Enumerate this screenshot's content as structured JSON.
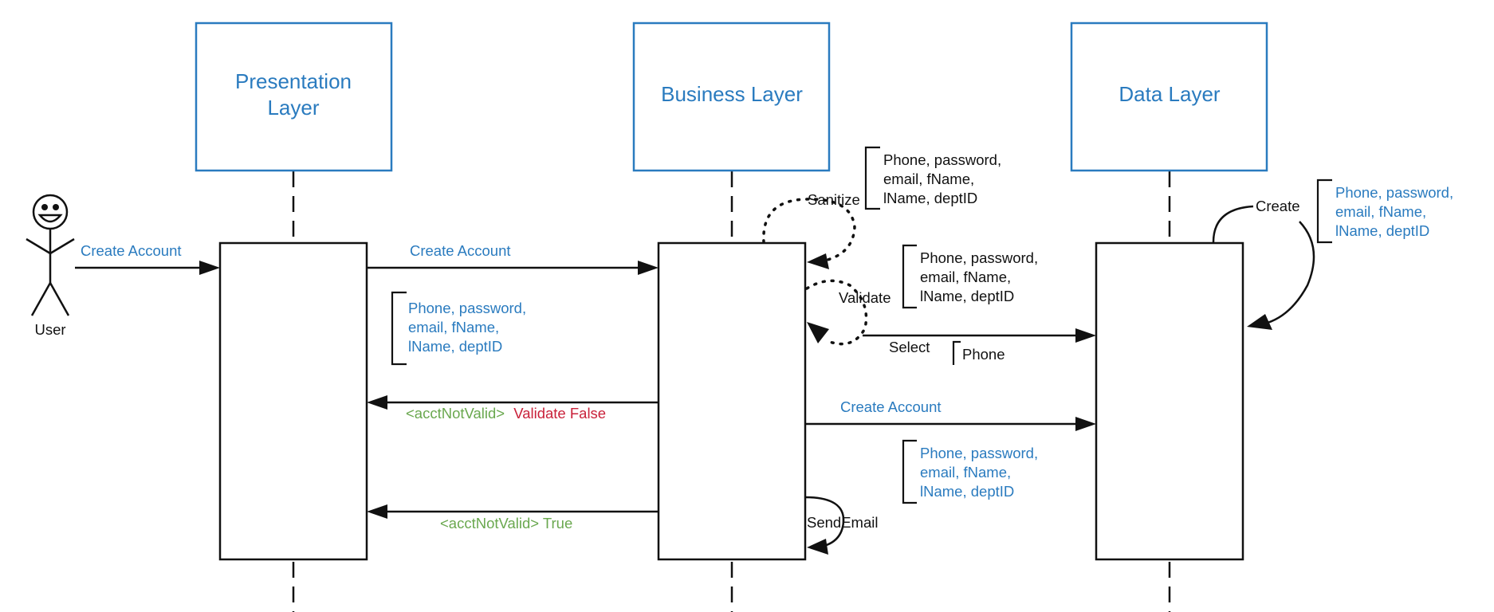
{
  "lanes": {
    "presentation": {
      "title_line1": "Presentation",
      "title_line2": "Layer"
    },
    "business": {
      "title": "Business Layer"
    },
    "data": {
      "title": "Data Layer"
    }
  },
  "actor": {
    "label": "User"
  },
  "messages": {
    "user_create": "Create Account",
    "pres_to_bus_create": "Create Account",
    "sanitize": "Sanitize",
    "validate": "Validate",
    "select": "Select",
    "bus_to_data_create": "Create Account",
    "not_valid_tag": "<acctNotValid>",
    "validate_false": "Validate False",
    "true_return": "<acctNotValid> True",
    "send_email": "SendEmail",
    "create": "Create"
  },
  "notes": {
    "pres_params": {
      "line1": "Phone, password,",
      "line2": "email, fName,",
      "line3": "lName, deptID"
    },
    "sanitize_params": {
      "line1": "Phone, password,",
      "line2": "email, fName,",
      "line3": "lName, deptID"
    },
    "validate_params": {
      "line1": "Phone, password,",
      "line2": "email, fName,",
      "line3": "lName, deptID"
    },
    "select_param": "Phone",
    "create_params": {
      "line1": "Phone, password,",
      "line2": "email, fName,",
      "line3": "lName, deptID"
    },
    "data_create_params": {
      "line1": "Phone, password,",
      "line2": "email, fName,",
      "line3": "lName, deptID"
    }
  },
  "colors": {
    "lane_border": "#2a7bbf",
    "label_blue": "#2a7bbf",
    "green": "#6aa84f",
    "red": "#c9213a"
  }
}
